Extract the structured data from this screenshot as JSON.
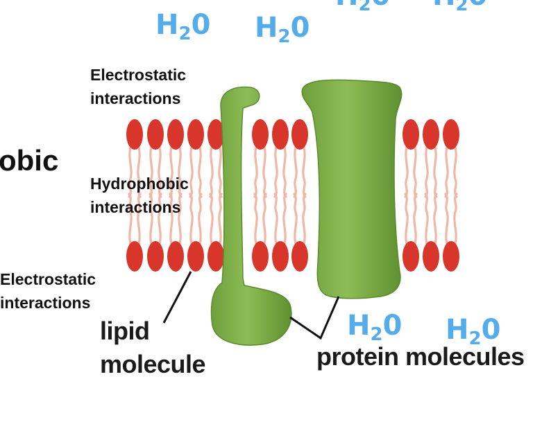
{
  "colors": {
    "water_blue": "#55acea",
    "lipid_head_red": "#d9362b",
    "lipid_tail_pink": "#f1b6a6",
    "protein_green": "#7fb04a",
    "protein_green_dark": "#5f8f31",
    "text_dark": "#111111"
  },
  "water": {
    "h": "H",
    "sub": "2",
    "o": "0"
  },
  "labels": {
    "electrostatic_top": [
      "Electrostatic",
      "interactions"
    ],
    "hydrophobic": [
      "Hydrophobic",
      "interactions"
    ],
    "electrostatic_bottom": [
      "Electrostatic",
      "interactions"
    ],
    "partial_left": "obic",
    "lipid": [
      "lipid",
      "molecule"
    ],
    "protein": "protein molecules"
  },
  "icons": {
    "lipid_head": "red-oval-icon",
    "lipid_tail": "wavy-tail-icon",
    "protein": "green-protein-icon"
  }
}
